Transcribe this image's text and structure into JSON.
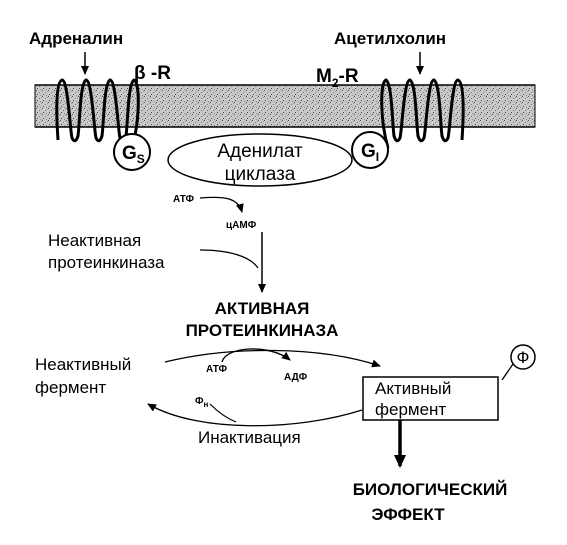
{
  "labels": {
    "adrenaline": "Адреналин",
    "acetylcholine": "Ацетилхолин",
    "beta_receptor": "β -R",
    "m2_receptor_main": "M",
    "m2_receptor_sub": "2",
    "m2_receptor_suffix": "-R",
    "gs_main": "G",
    "gs_sub": "S",
    "gi_main": "G",
    "gi_sub": "I",
    "adenylate_line1": "Аденилат",
    "adenylate_line2": "циклаза",
    "atp_1": "АТФ",
    "camp": "цАМФ",
    "inactive_kinase_line1": "Неактивная",
    "inactive_kinase_line2": "протеинкиназа",
    "active_kinase_line1": "АКТИВНАЯ",
    "active_kinase_line2": "ПРОТЕИНКИНАЗА",
    "inactive_enzyme_line1": "Неактивный",
    "inactive_enzyme_line2": "фермент",
    "atp_2": "АТФ",
    "adp": "АДФ",
    "phosphate": "Ф",
    "phosphate_inorganic_main": "Ф",
    "phosphate_inorganic_sub": "н",
    "active_enzyme_line1": "Активный",
    "active_enzyme_line2": "фермент",
    "inactivation": "Инактивация",
    "bio_effect_line1": "БИОЛОГИЧЕСКИЙ",
    "bio_effect_line2": "ЭФФЕКТ"
  }
}
